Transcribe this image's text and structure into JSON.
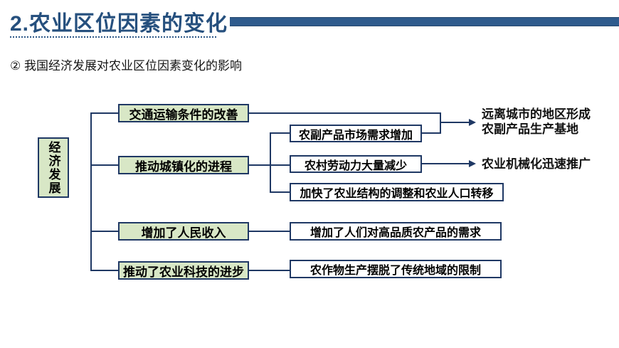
{
  "header": {
    "title": "2.农业区位因素的变化",
    "subtitle": "② 我国经济发展对农业区位因素变化的影响",
    "title_color": "#26507e",
    "bar_color": "#2f5b8d"
  },
  "diagram": {
    "line_color": "#1f3864",
    "green_fill": "#d8e7c6",
    "root": {
      "label": "经济发展"
    },
    "branches": [
      {
        "label": "交通运输条件的改善"
      },
      {
        "label": "推动城镇化的进程"
      },
      {
        "label": "增加了人民收入"
      },
      {
        "label": "推动了农业科技的进步"
      }
    ],
    "sub_boxes": [
      {
        "label": "农副产品市场需求增加"
      },
      {
        "label": "农村劳动力大量减少"
      },
      {
        "label": "加快了农业结构的调整和农业人口转移"
      },
      {
        "label": "增加了人们对高品质农产品的需求"
      },
      {
        "label": "农作物生产摆脱了传统地域的限制"
      }
    ],
    "outcomes": [
      {
        "label": "远离城市的地区形成\n农副产品生产基地"
      },
      {
        "label": "农业机械化迅速推广"
      }
    ]
  }
}
